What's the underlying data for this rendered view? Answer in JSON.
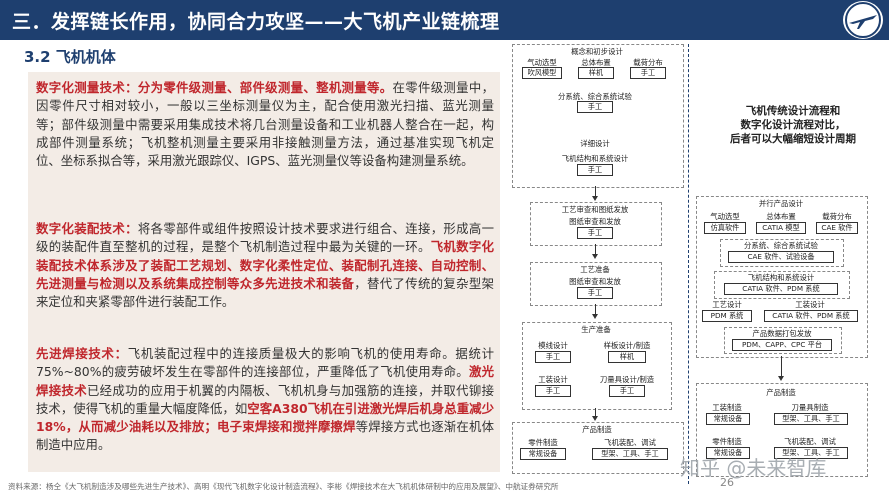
{
  "header": {
    "title": "三．发挥链长作用，协同合力攻坚——大飞机产业链梳理"
  },
  "section": {
    "title": "3.2 飞机机体"
  },
  "para1": {
    "lead": "数字化测量技术：分为零件级测量、部件级测量、整机测量等。",
    "body": "在零件级测量中，因零件尺寸相对较小，一般以三坐标测量仪为主，配合使用激光扫描、蓝光测量等；部件级测量中需要采用集成技术将几台测量设备和工业机器人整合在一起，构成部件测量系统；飞机整机测量主要采用非接触测量方法，通过基准实现飞机定位、坐标系拟合等，采用激光跟踪仪、IGPS、蓝光测量仪等设备构建测量系统。"
  },
  "para2": {
    "lead": "数字化装配技术：",
    "body": "将各零部件或组件按照设计技术要求进行组合、连接，形成高一级的装配件直至整机的过程，是整个飞机制造过程中最为关键的一环。",
    "red": "飞机数字化装配技术体系涉及了装配工艺规划、数字化柔性定位、装配制孔连接、自动控制、先进测量与检测以及系统集成控制等众多先进技术和装备",
    "tail": "，替代了传统的复杂型架来定位和夹紧零部件进行装配工作。"
  },
  "para3": {
    "lead": "先进焊接技术：",
    "body1": "飞机装配过程中的连接质量极大的影响飞机的使用寿命。据统计75%~80%的疲劳破坏发生在零部件的连接部位，严重降低了飞机使用寿命。",
    "red1": "激光焊接技术",
    "body2": "已经成功的应用于机翼的内隔板、飞机机身与加强筋的连接，并取代铆接技术，使得飞机的重量大幅度降低，如",
    "red2": "空客A380飞机在引进激光焊后机身总重减少18%，从而减少油耗以及排放；电子束焊接和搅拌摩擦焊",
    "tail": "等焊接方式也逐渐在机体制造中应用。"
  },
  "note": {
    "line1": "飞机传统设计流程和",
    "line2": "数字化设计流程对比，",
    "line3": "后者可以大幅缩短设计周期"
  },
  "left_flow": {
    "concept": "概念和初步设计",
    "b_aero": "气动选型",
    "b_aero2": "吹风模型",
    "b_layout": "总体布置",
    "b_layout2": "样机",
    "b_load": "载荷分布",
    "b_load2": "手工",
    "b_sys": "分系统、综合系统试验",
    "b_sys2": "手工",
    "detail": "详细设计",
    "b_struct": "飞机结构和系统设计",
    "b_struct2": "手工",
    "review": "工艺审查和图纸发放",
    "b_review": "图纸审查和发放",
    "b_review2": "手工",
    "prep": "工艺准备",
    "b_prep": "图纸审查和发放",
    "b_prep2": "手工",
    "prod": "生产准备",
    "b_mold": "模线设计",
    "b_mold2": "手工",
    "b_sample": "样板设计/制造",
    "b_sample2": "样机",
    "b_tool": "工装设计",
    "b_tool2": "手工",
    "b_cut": "刀量具设计/制造",
    "b_cut2": "手工",
    "mfg": "产品制造",
    "b_part": "零件制造",
    "b_part2": "常规设备",
    "b_asm": "飞机装配、调试",
    "b_asm2": "型架、工具、手工"
  },
  "right_flow": {
    "parallel": "并行产品设计",
    "b_aero": "气动选型",
    "b_aero2": "仿真软件",
    "b_layout": "总体布置",
    "b_layout2": "CATIA 模型",
    "b_load": "载荷分布",
    "b_load2": "CAE 软件",
    "b_sys": "分系统、综合系统试验",
    "b_sys2": "CAE 软件、试验设备",
    "b_struct": "飞机结构和系统设计",
    "b_struct2": "CATIA 软件、PDM 系统",
    "b_proc": "工艺设计",
    "b_proc2": "PDM 系统",
    "b_tool": "工装设计",
    "b_tool2": "CATIA 软件、PDM 系统",
    "b_pkg": "产品数据打包发放",
    "b_pkg2": "PDM、CAPP、CPC 平台",
    "mfg": "产品制造",
    "b_toolm": "工装制造",
    "b_toolm2": "常规设备",
    "b_cut": "刀量具制造",
    "b_cut2": "型架、工具、手工",
    "b_part": "零件制造",
    "b_part2": "常规设备",
    "b_asm": "飞机装配、调试",
    "b_asm2": "型架、工具、手工"
  },
  "footer": {
    "source": "资料来源：杨仝《大飞机制造涉及哪些先进生产技术》、高明《现代飞机数字化设计制造流程》、李彬《焊接技术在大飞机机体研制中的应用及展望》、中航证券研究所"
  },
  "page": {
    "number": "26"
  },
  "watermark": {
    "text": "知乎 @未来智库"
  },
  "colors": {
    "header_bg": "#1e3f6f",
    "accent_red": "#c0272d",
    "text_bg": "#f3ece6"
  }
}
